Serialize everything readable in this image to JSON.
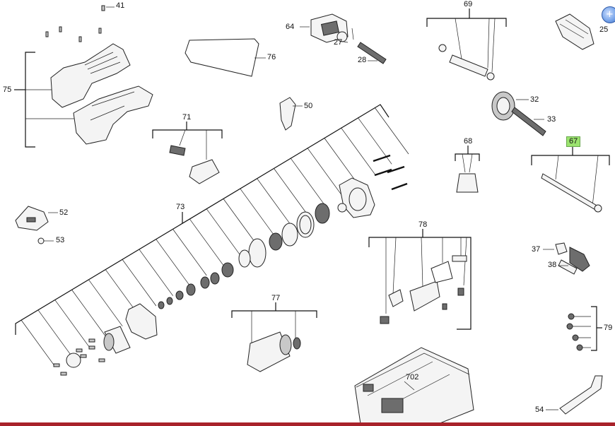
{
  "callouts": {
    "c41": "41",
    "c64": "64",
    "c69": "69",
    "c25": "25",
    "c27": "27",
    "c28": "28",
    "c75": "75",
    "c76": "76",
    "c32": "32",
    "c33": "33",
    "c50": "50",
    "c71": "71",
    "c68": "68",
    "c67": "67",
    "c52": "52",
    "c73": "73",
    "c53": "53",
    "c78": "78",
    "c37": "37",
    "c38": "38",
    "c77": "77",
    "c79": "79",
    "c702": "702",
    "c54": "54"
  },
  "highlighted_callout": "67",
  "colors": {
    "highlight": "#9be36e",
    "bottom_bar": "#a8222a",
    "corner_button": "#5b88d6"
  },
  "icons": {
    "corner_button": "add-circle-icon"
  }
}
